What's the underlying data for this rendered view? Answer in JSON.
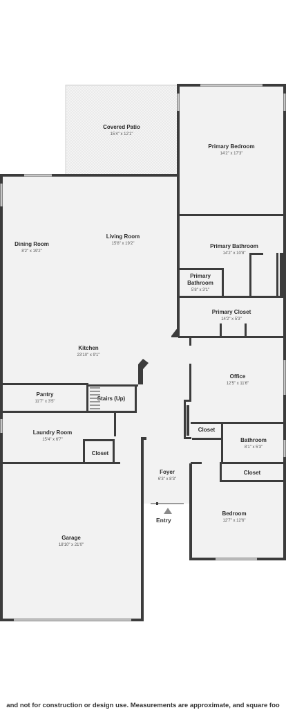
{
  "rooms": {
    "covered_patio": {
      "name": "Covered Patio",
      "dims": "15'4\" x 12'1\""
    },
    "primary_bedroom": {
      "name": "Primary Bedroom",
      "dims": "14'2\" x 17'3\""
    },
    "dining_room": {
      "name": "Dining Room",
      "dims": "8'2\" x 19'2\""
    },
    "living_room": {
      "name": "Living Room",
      "dims": "15'8\" x 19'2\""
    },
    "primary_bathroom": {
      "name": "Primary Bathroom",
      "dims": "14'2\" x 10'8\""
    },
    "primary_bathroom_small": {
      "name1": "Primary",
      "name2": "Bathroom",
      "dims": "5'8\" x 3'1\""
    },
    "primary_closet": {
      "name": "Primary Closet",
      "dims": "14'2\" x 5'3\""
    },
    "kitchen": {
      "name": "Kitchen",
      "dims": "23'10\" x 9'1\""
    },
    "office": {
      "name": "Office",
      "dims": "12'5\" x 11'6\""
    },
    "pantry": {
      "name": "Pantry",
      "dims": "11'7\" x 3'5\""
    },
    "stairs": {
      "name": "Stairs (Up)"
    },
    "laundry_room": {
      "name": "Laundry Room",
      "dims": "15'4\" x 6'7\""
    },
    "laundry_closet": {
      "name": "Closet"
    },
    "hall_closet": {
      "name": "Closet"
    },
    "bathroom": {
      "name": "Bathroom",
      "dims": "8'1\" x 5'3\""
    },
    "bedroom_closet": {
      "name": "Closet"
    },
    "foyer": {
      "name": "Foyer",
      "dims": "6'3\" x 8'3\""
    },
    "bedroom": {
      "name": "Bedroom",
      "dims": "12'7\" x 12'6\""
    },
    "garage": {
      "name": "Garage",
      "dims": "18'10\" x 21'0\""
    }
  },
  "entry_label": "Entry",
  "disclaimer": "and not for construction or design use. Measurements are approximate, and square foo"
}
